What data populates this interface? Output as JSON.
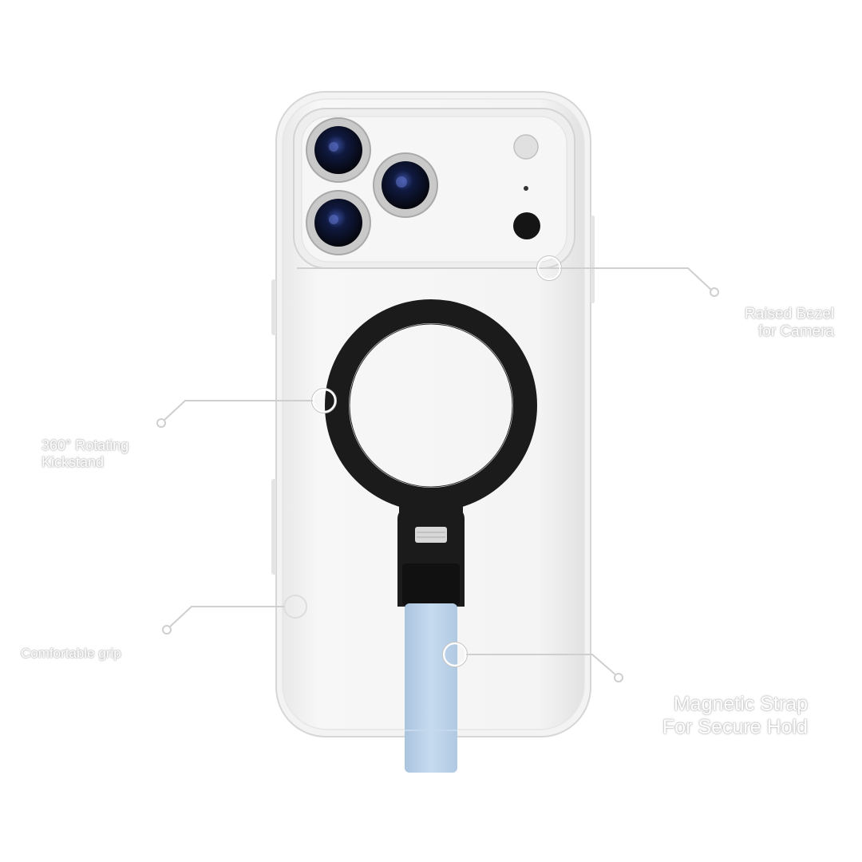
{
  "callouts": {
    "raised_bezel": {
      "line1": "Raised Bezel",
      "line2": "for Camera"
    },
    "kickstand": {
      "line1": "360° Rotating",
      "line2": "Kickstand"
    },
    "grip": {
      "line1": "Comfortable grip"
    },
    "strap": {
      "line1": "Magnetic Strap",
      "line2": "For Secure Hold"
    }
  },
  "colors": {
    "background": "#ffffff",
    "case_edge": "#d8d8d8",
    "ring": "#1b1b1b",
    "strap": "#bcd4ea",
    "callout_line": "#cfcfcf"
  }
}
